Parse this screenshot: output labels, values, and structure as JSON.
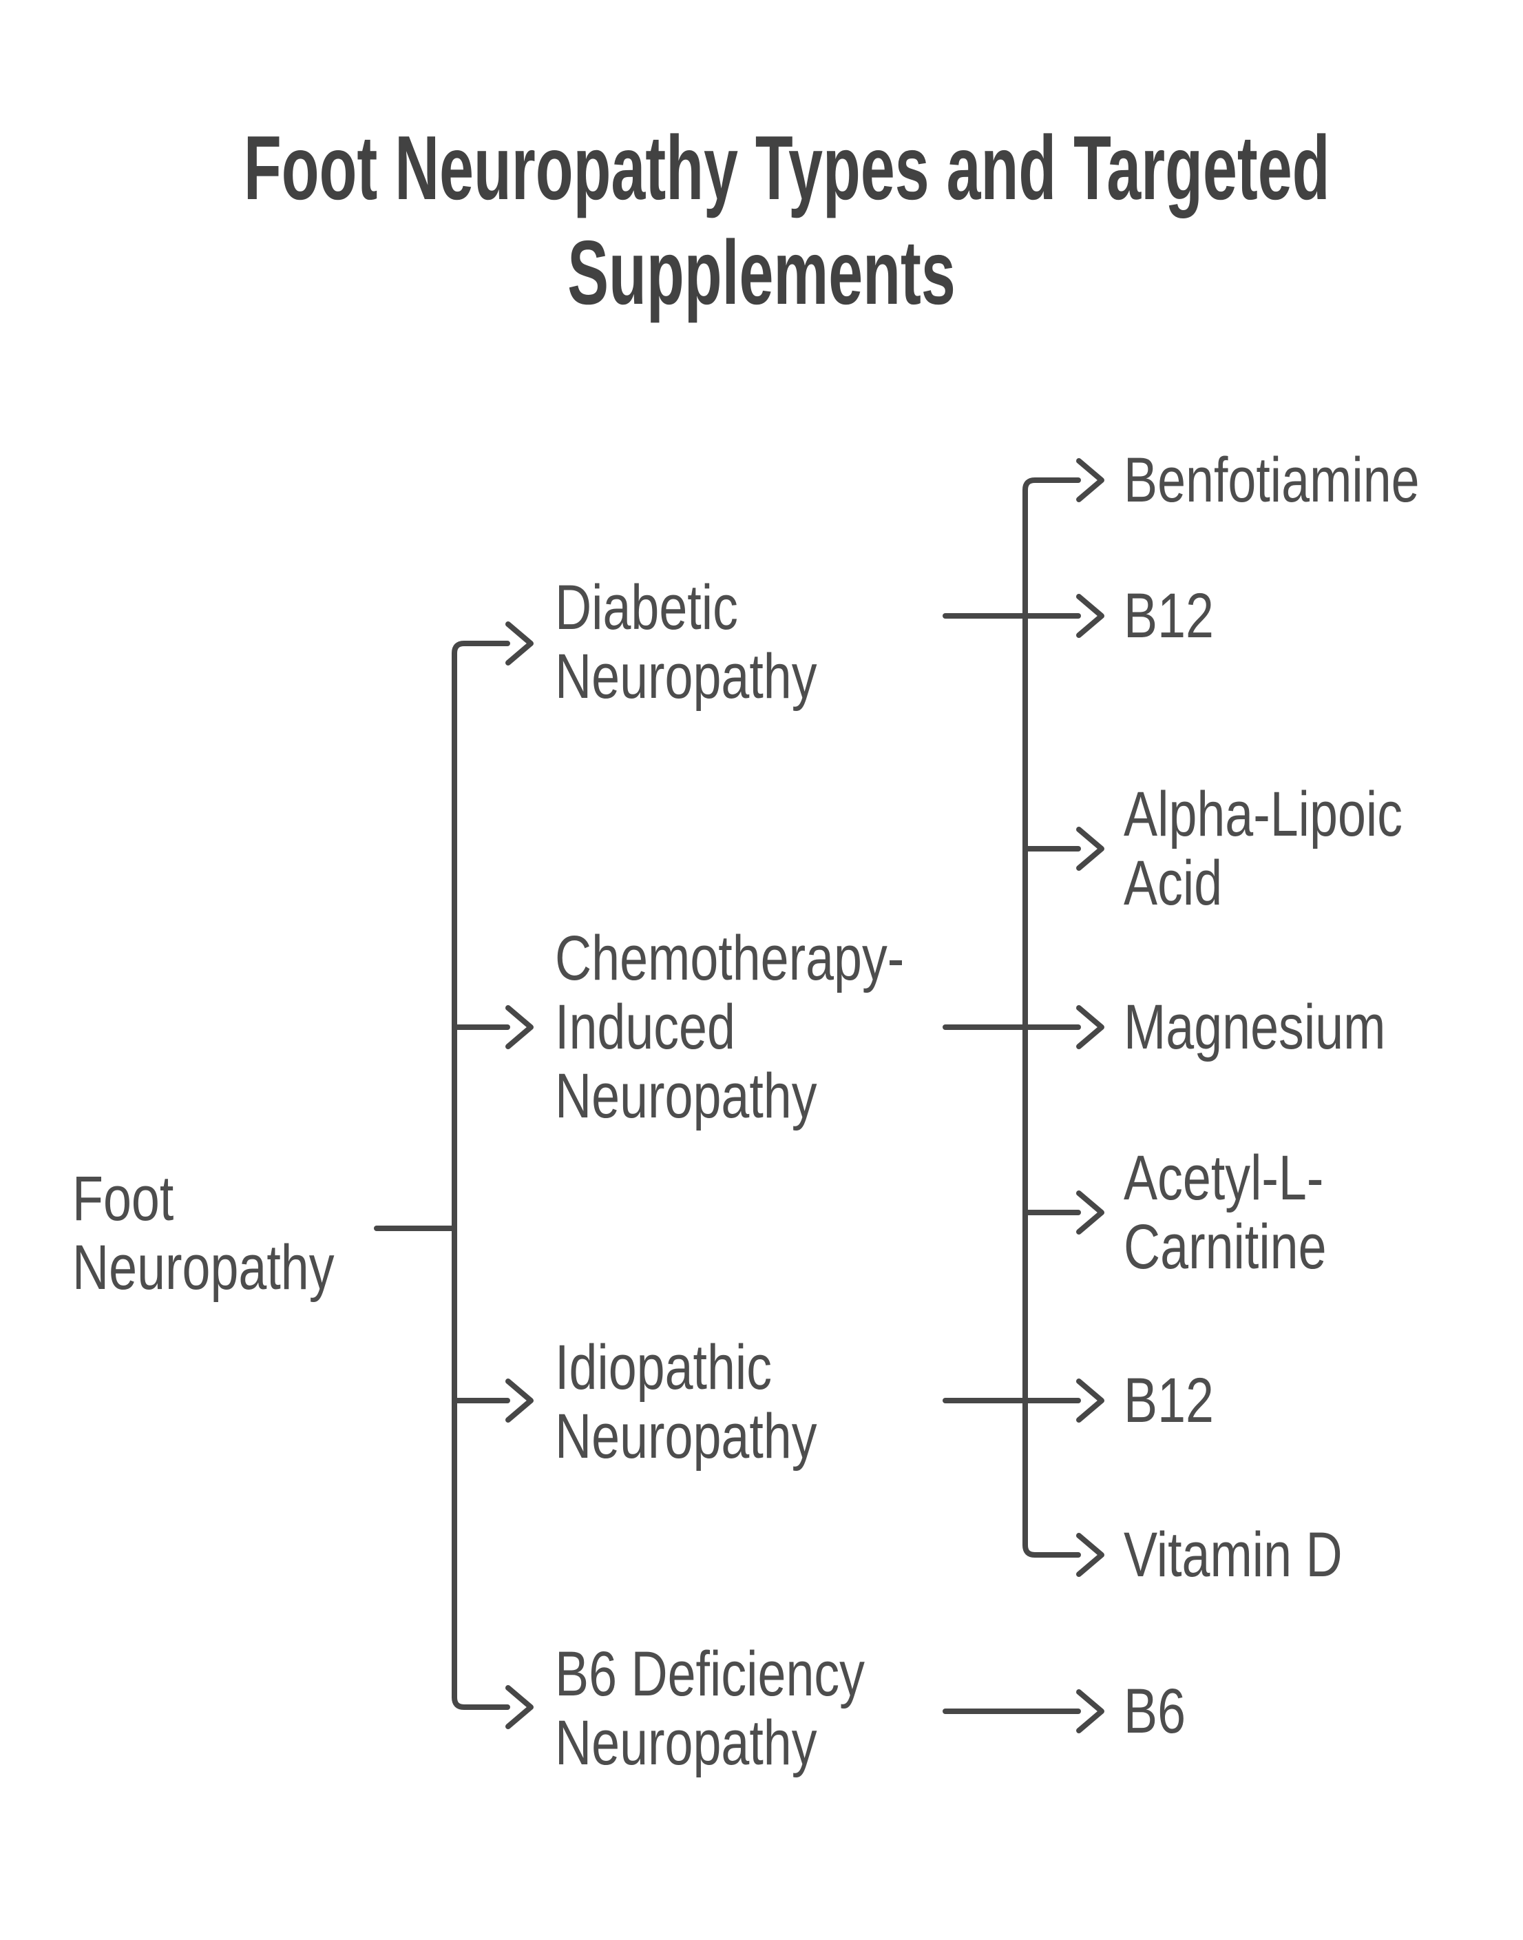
{
  "title": {
    "lines": [
      "Foot Neuropathy Types and Targeted",
      "Supplements"
    ],
    "full": "Foot Neuropathy Types and Targeted Supplements"
  },
  "nodes": {
    "root": {
      "label": "Foot Neuropathy",
      "display": "Foot\nNeuropathy"
    },
    "diabetic": {
      "label": "Diabetic Neuropathy",
      "display": "Diabetic\nNeuropathy"
    },
    "chemo": {
      "label": "Chemotherapy-Induced Neuropathy",
      "display": "Chemotherapy-\nInduced\nNeuropathy"
    },
    "idiopathic": {
      "label": "Idiopathic Neuropathy",
      "display": "Idiopathic\nNeuropathy"
    },
    "b6_deficiency": {
      "label": "B6 Deficiency Neuropathy",
      "display": "B6 Deficiency\nNeuropathy"
    },
    "benfotiamine": {
      "label": "Benfotiamine",
      "display": "Benfotiamine"
    },
    "b12_diabetic": {
      "label": "B12",
      "display": "B12"
    },
    "alpha_lipoic": {
      "label": "Alpha-Lipoic Acid",
      "display": "Alpha-Lipoic\nAcid"
    },
    "magnesium": {
      "label": "Magnesium",
      "display": "Magnesium"
    },
    "acetyl_l_carnitine": {
      "label": "Acetyl-L-Carnitine",
      "display": "Acetyl-L-\nCarnitine"
    },
    "b12_idiopathic": {
      "label": "B12",
      "display": "B12"
    },
    "vitamin_d": {
      "label": "Vitamin D",
      "display": "Vitamin D"
    },
    "b6": {
      "label": "B6",
      "display": "B6"
    }
  },
  "edges": [
    {
      "from": "Foot Neuropathy",
      "to": "Diabetic Neuropathy"
    },
    {
      "from": "Foot Neuropathy",
      "to": "Chemotherapy-Induced Neuropathy"
    },
    {
      "from": "Foot Neuropathy",
      "to": "Idiopathic Neuropathy"
    },
    {
      "from": "Foot Neuropathy",
      "to": "B6 Deficiency Neuropathy"
    },
    {
      "from": "Diabetic Neuropathy",
      "to": "Benfotiamine"
    },
    {
      "from": "Diabetic Neuropathy",
      "to": "B12"
    },
    {
      "from": "Diabetic Neuropathy",
      "to": "Alpha-Lipoic Acid"
    },
    {
      "from": "Chemotherapy-Induced Neuropathy",
      "to": "Magnesium"
    },
    {
      "from": "Chemotherapy-Induced Neuropathy",
      "to": "Acetyl-L-Carnitine"
    },
    {
      "from": "Idiopathic Neuropathy",
      "to": "B12"
    },
    {
      "from": "Idiopathic Neuropathy",
      "to": "Vitamin D"
    },
    {
      "from": "B6 Deficiency Neuropathy",
      "to": "B6"
    }
  ],
  "colors": {
    "background": "#ffffff",
    "connector": "#474747",
    "node_text": "#4d4d4d",
    "title_text": "#424242"
  }
}
